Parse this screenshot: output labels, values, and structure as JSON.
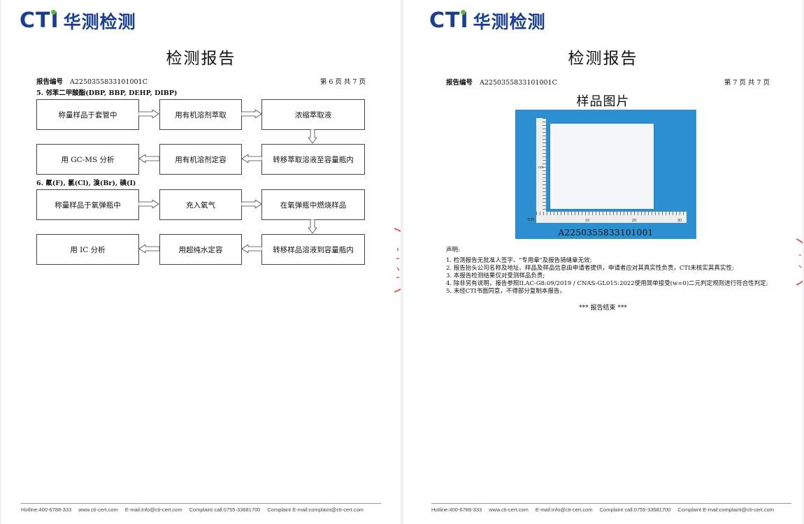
{
  "brand": {
    "cti": "CTI",
    "cn": "华测检测",
    "primary": "#1a3f8f",
    "dot": "#6cb33e"
  },
  "report": {
    "title": "检测报告",
    "number_label": "报告编号",
    "number": "A2250355833101001C"
  },
  "left": {
    "page": "第 6 页    共 7 页",
    "section5": "5.  邻苯二甲酸酯(DBP, BBP, DEHP, DIBP)",
    "flow5": [
      "称量样品于套管中",
      "用有机溶剂萃取",
      "浓缩萃取液",
      "转移萃取溶液至容量瓶内",
      "用有机溶剂定容",
      "用 GC-MS 分析"
    ],
    "section6": "6.  氟(F),   氯(Cl),   溴(Br),   碘(I)",
    "flow6": [
      "称量样品于氧弹瓶中",
      "充入氧气",
      "在氧弹瓶中燃烧样品",
      "转移样品溶液到容量瓶内",
      "用超纯水定容",
      "用 IC 分析"
    ]
  },
  "right": {
    "page": "第 7 页    共 7 页",
    "photo_title": "样品图片",
    "photo_caption": "A2250355833101001",
    "statement_label": "声明:",
    "statements": [
      "1. 检测报告无批准人签字、\"专用章\"及报告骑缝章无效;",
      "2. 报告抬头公司名称及地址、样品及样品信息由申请者提供，申请者应对其真实性负责，CTI未核实其真实性;",
      "3. 本报告检测结果仅对受测样品负责;",
      "4. 除非另有说明，报告参照ILAC-G8:09/2019 / CNAS-GL015:2022使用简单接受(w=0)二元判定规则进行符合性判定;",
      "5. 未经CTI书面同意，不得部分复制本报告。"
    ],
    "end": "***  报告结束  ***",
    "ruler_v": "cm",
    "ruler_h": [
      "10",
      "20",
      "30"
    ],
    "ruler_brand": "CTI"
  },
  "footer": {
    "hotline": "Hotline:400-6788-333",
    "web": "www.cti-cert.com",
    "email": "E-mail:info@cti-cert.com",
    "complaint_call": "Complaint call:0755-33681700",
    "complaint_email": "Complaint E-mail:complaint@cti-cert.com"
  }
}
